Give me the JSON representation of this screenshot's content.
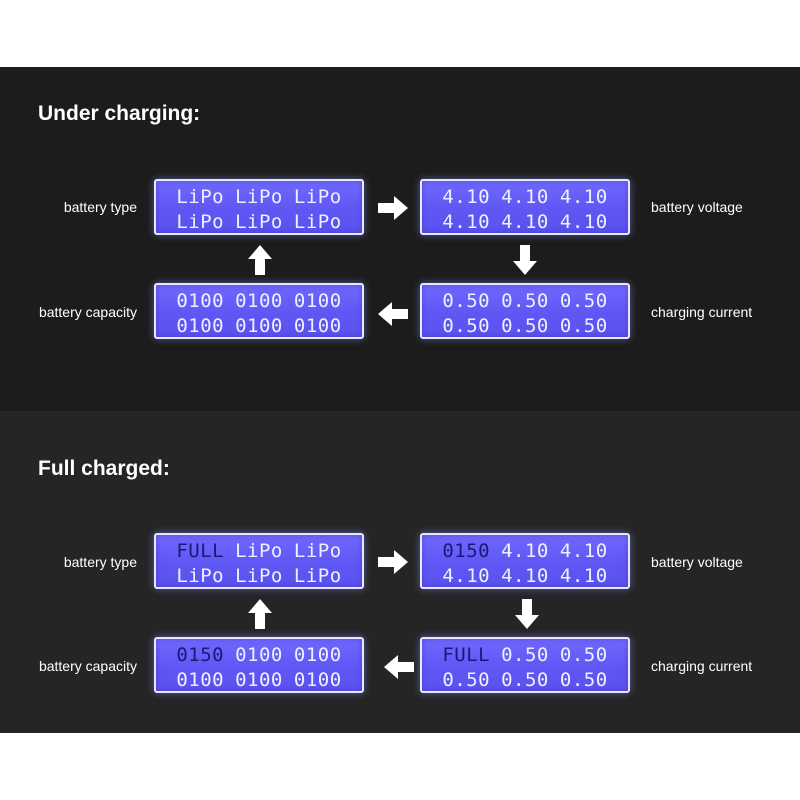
{
  "sections": [
    {
      "title": "Under charging:",
      "labels": {
        "top_left": "battery type",
        "top_right": "battery voltage",
        "bottom_left": "battery capacity",
        "bottom_right": "charging current"
      },
      "displays": {
        "top_left": [
          [
            "LiPo",
            "LiPo",
            "LiPo"
          ],
          [
            "LiPo",
            "LiPo",
            "LiPo"
          ]
        ],
        "top_right": [
          [
            "4.10",
            "4.10",
            "4.10"
          ],
          [
            "4.10",
            "4.10",
            "4.10"
          ]
        ],
        "bottom_left": [
          [
            "0100",
            "0100",
            "0100"
          ],
          [
            "0100",
            "0100",
            "0100"
          ]
        ],
        "bottom_right": [
          [
            "0.50",
            "0.50",
            "0.50"
          ],
          [
            "0.50",
            "0.50",
            "0.50"
          ]
        ]
      }
    },
    {
      "title": "Full charged:",
      "labels": {
        "top_left": "battery type",
        "top_right": "battery voltage",
        "bottom_left": "battery capacity",
        "bottom_right": "charging current"
      },
      "displays": {
        "top_left": [
          [
            "FULL",
            "LiPo",
            "LiPo"
          ],
          [
            "LiPo",
            "LiPo",
            "LiPo"
          ]
        ],
        "top_right": [
          [
            "0150",
            "4.10",
            "4.10"
          ],
          [
            "4.10",
            "4.10",
            "4.10"
          ]
        ],
        "bottom_left": [
          [
            "0150",
            "0100",
            "0100"
          ],
          [
            "0100",
            "0100",
            "0100"
          ]
        ],
        "bottom_right": [
          [
            "FULL",
            "0.50",
            "0.50"
          ],
          [
            "0.50",
            "0.50",
            "0.50"
          ]
        ]
      }
    }
  ],
  "colors": {
    "lcd_background": "#5f57f4",
    "lcd_text": "#eef0ff",
    "lcd_highlight_text": "#1c1878",
    "panel_background": "#1c1c1c"
  },
  "icons": [
    "arrow-right-icon",
    "arrow-down-icon",
    "arrow-left-icon",
    "arrow-up-icon"
  ]
}
